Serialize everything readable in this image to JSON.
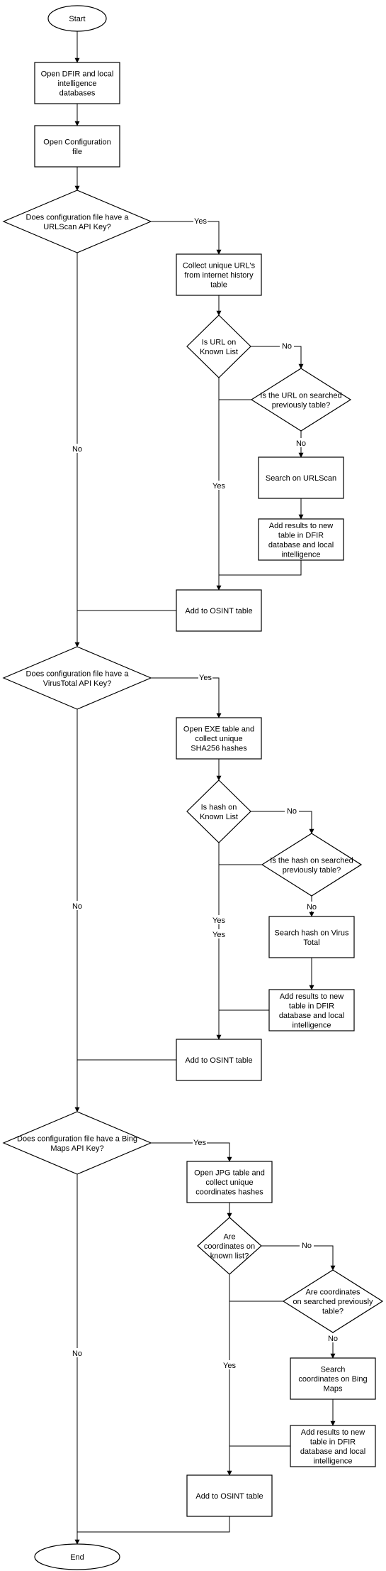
{
  "nodes": {
    "start": [
      "Start"
    ],
    "open_db": [
      "Open DFIR and local",
      "intelligence",
      "databases"
    ],
    "open_config": [
      "Open Configuration",
      "file"
    ],
    "urlscan_key": [
      "Does configuration file have a",
      "URLScan API Key?"
    ],
    "collect_urls": [
      "Collect unique URL's",
      "from internet history",
      "table"
    ],
    "url_known": [
      "Is URL on",
      "Known List"
    ],
    "url_searched": [
      "Is the URL on searched",
      "previously table?"
    ],
    "search_urlscan": [
      "Search on URLScan"
    ],
    "add_results_1": [
      "Add results to new",
      "table in DFIR",
      "database and local",
      "intelligence"
    ],
    "add_osint_1": [
      "Add to OSINT table"
    ],
    "vt_key": [
      "Does configuration file have a",
      "VirusTotal API Key?"
    ],
    "open_exe": [
      "Open EXE table and",
      "collect unique",
      "SHA256 hashes"
    ],
    "hash_known": [
      "Is hash on",
      "Known List"
    ],
    "hash_searched": [
      "Is the hash on searched",
      "previously table?"
    ],
    "search_vt": [
      "Search hash on Virus",
      "Total"
    ],
    "add_results_2": [
      "Add results to new",
      "table in DFIR",
      "database and local",
      "intelligence"
    ],
    "add_osint_2": [
      "Add to OSINT table"
    ],
    "bing_key": [
      "Does configuration file have a Bing",
      "Maps API Key?"
    ],
    "open_jpg": [
      "Open JPG table and",
      "collect unique",
      "coordinates hashes"
    ],
    "coords_known": [
      "Are",
      "coordinates on",
      "known list?"
    ],
    "coords_searched": [
      "Are coordinates",
      "on searched previously",
      "table?"
    ],
    "search_bing": [
      "Search",
      "coordinates on Bing",
      "Maps"
    ],
    "add_results_3": [
      "Add results to new",
      "table in DFIR",
      "database and local",
      "intelligence"
    ],
    "add_osint_3": [
      "Add to OSINT table"
    ],
    "end": [
      "End"
    ]
  },
  "edge_labels": {
    "yes": "Yes",
    "no": "No"
  }
}
